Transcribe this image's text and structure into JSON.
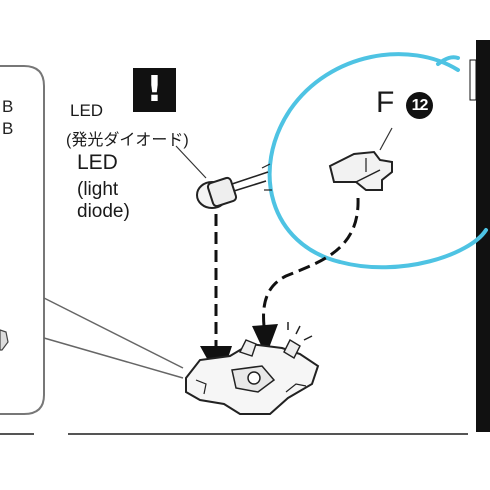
{
  "left_edge_text": "B\nB",
  "warning_glyph": "!",
  "led_label": "LED",
  "led_label_japanese": "(発光ダイオード)",
  "led_label_en_title": "LED",
  "led_label_en_desc": "(light\ndiode)",
  "part_letter": "F",
  "part_number": "12",
  "highlight_color": "#4ec3e3",
  "icons": [
    "warning-icon",
    "led-part-icon",
    "f12-part-icon",
    "base-assembly-icon"
  ]
}
